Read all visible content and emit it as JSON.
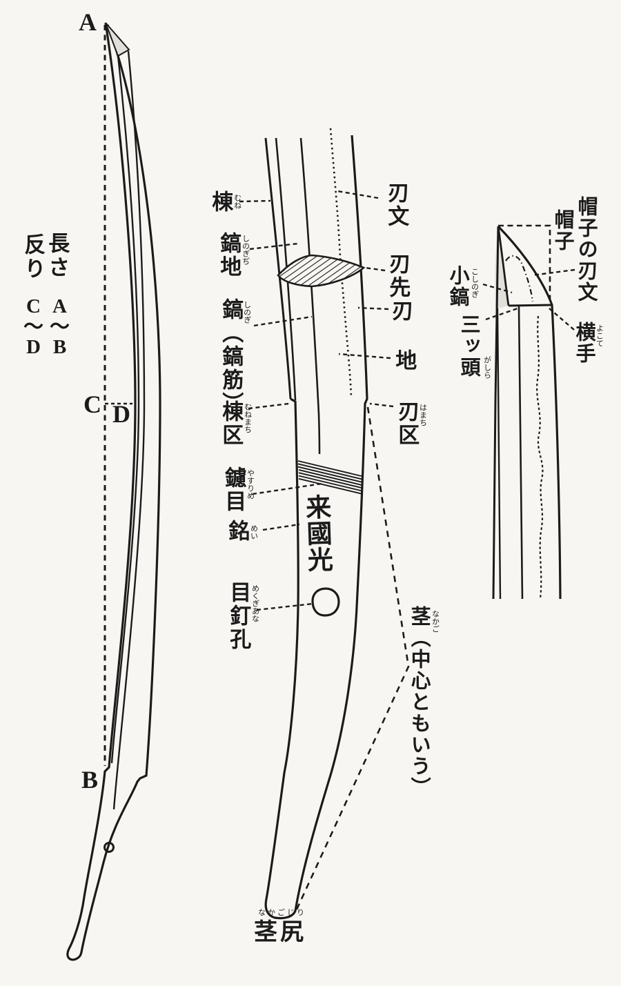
{
  "figure_title": "japanese-sword-parts-diagram",
  "colors": {
    "ink": "#1b1b1b",
    "paper": "#f7f6f2",
    "shade": "#e2e0da"
  },
  "left": {
    "point_a": "A",
    "point_b": "B",
    "point_c": "C",
    "point_d": "D",
    "nagasa_label": "長さ",
    "nagasa_from": "A",
    "nagasa_tilde": "〜",
    "nagasa_to": "B",
    "sori_label": "反り",
    "sori_from": "C",
    "sori_tilde": "〜",
    "sori_to": "D"
  },
  "middle": {
    "mune": "棟",
    "mune_furi": "むね",
    "shinogiji": "鎬地",
    "shinogiji_furi": "しのぎぢ",
    "shinogisuji": "鎬（鎬筋）",
    "shinogisuji_furi": "しのぎ",
    "munemachi": "棟区",
    "munemachi_furi": "むねまち",
    "yasurime": "鑢目",
    "yasurime_furi": "やすりめ",
    "mei": "銘",
    "mei_furi": "めい",
    "mekugiana": "目釘孔",
    "mekugiana_furi": "めくぎあな",
    "hamon": "刃文",
    "hasaki": "刃先",
    "ha": "刃",
    "ji": "地",
    "hamachi": "刃区",
    "hamachi_furi": "はまち",
    "nakago": "茎（中心ともいう）",
    "nakago_furi": "なかご",
    "nakagojiri": "茎尻",
    "nakagojiri_furi": "なかごじり",
    "mei_inscription": "来國光"
  },
  "right": {
    "boshi_no_hamon": "帽子の刃文",
    "boshi": "帽子",
    "koshinogi": "小鎬",
    "koshinogi_furi": "こしのぎ",
    "mitsugashira": "三ッ頭",
    "mitsugashira_furi": "がしら",
    "yokote": "横手",
    "yokote_furi": "よこて"
  }
}
